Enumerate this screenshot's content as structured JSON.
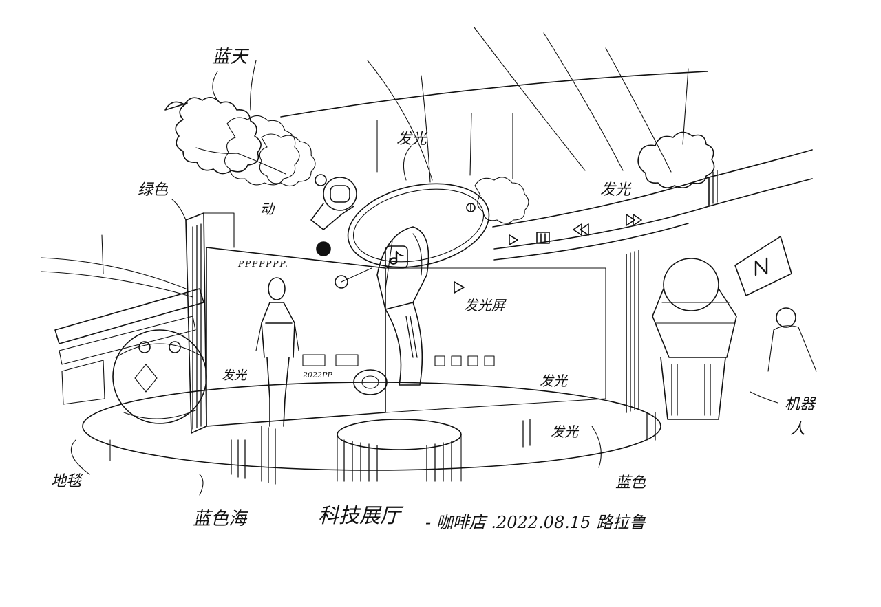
{
  "annotations": {
    "sky_label": "蓝天",
    "light_top": "发光",
    "light_right": "发光",
    "light_mid": "发光",
    "light_bottom": "发光",
    "light_left_person": "发光",
    "green_left": "绿色",
    "astronaut_label": "动",
    "screen_label": "发光屏",
    "robot_label": "机器",
    "robot_label_2": "人",
    "carpet_label": "地毯",
    "blue_base": "蓝色"
  },
  "panel_text": {
    "top_row": "PPPPPPP.",
    "year_label": "2022PP"
  },
  "title_line": {
    "left": "蓝色海",
    "main": "科技展厅",
    "rest": "- 咖啡店 .2022.08.15 路拉鲁"
  },
  "icons": [
    "tiktok-logo-icon",
    "play-icon",
    "pause-icon",
    "rewind-icon",
    "fast-forward-icon",
    "n-logo-icon",
    "smiley-icon"
  ]
}
